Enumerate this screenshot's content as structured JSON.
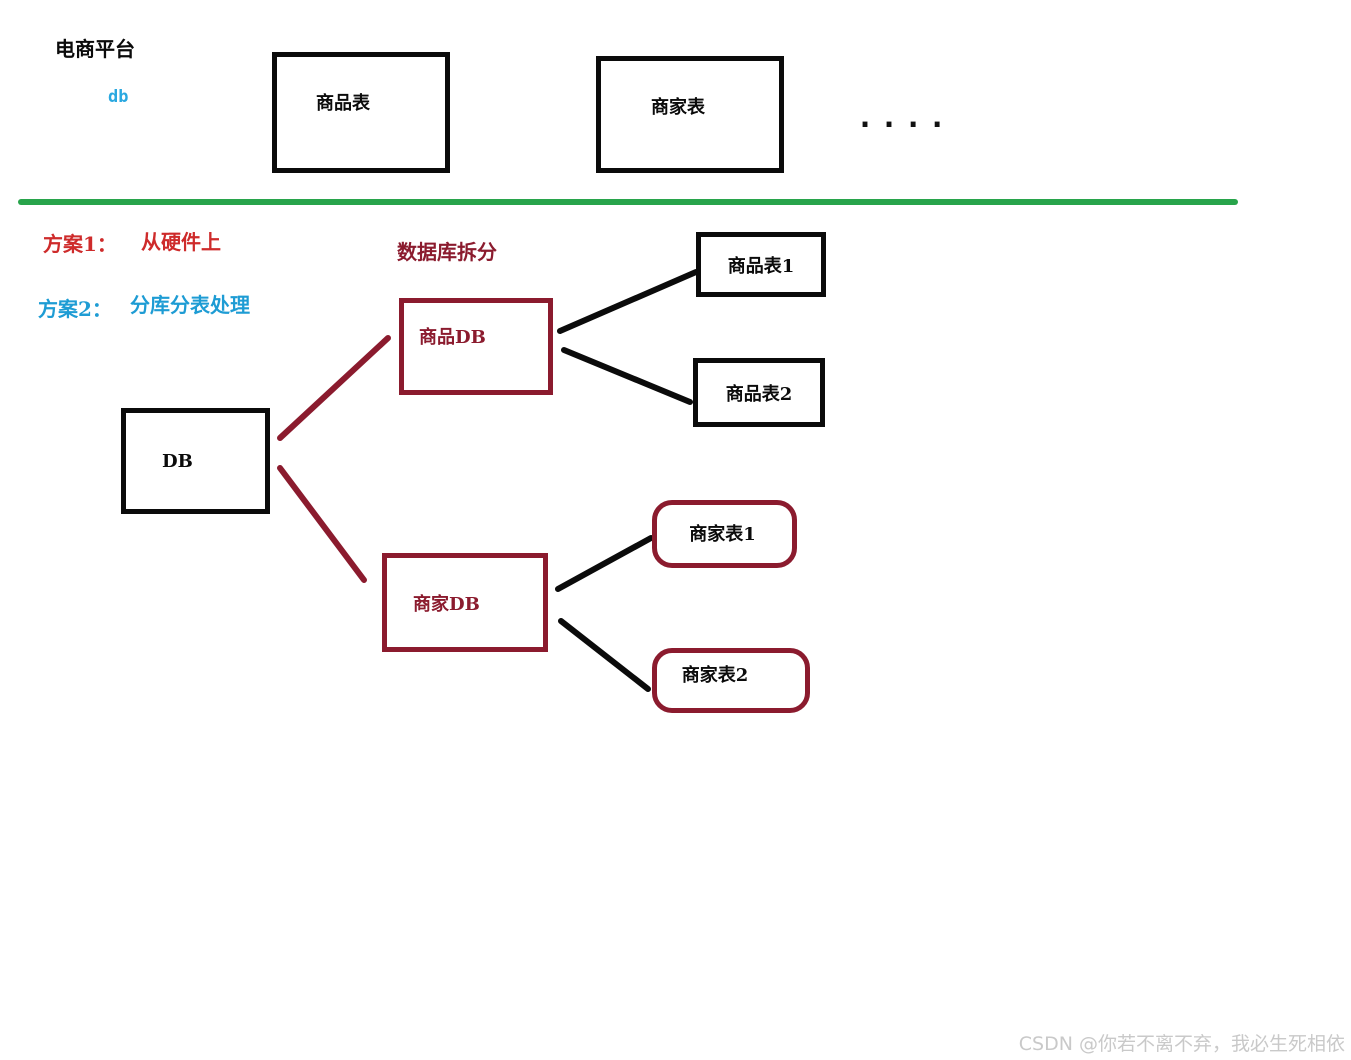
{
  "diagram": {
    "header": {
      "platform_label": "电商平台",
      "db_small_label": "db",
      "dots": "...."
    },
    "top_boxes": {
      "product_table": "商品表",
      "merchant_table": "商家表"
    },
    "plans": {
      "plan1_label": "方案1：",
      "plan1_text": "从硬件上",
      "plan2_label": "方案2：",
      "plan2_text": "分库分表处理",
      "split_title": "数据库拆分"
    },
    "tree": {
      "root": "DB",
      "product_db": "商品DB",
      "product_table1": "商品表1",
      "product_table2": "商品表2",
      "merchant_db": "商家DB",
      "merchant_table1": "商家表1",
      "merchant_table2": "商家表2"
    },
    "watermark": "CSDN @你若不离不弃，我必生死相依",
    "colors": {
      "maroon": "#8B1B2E",
      "red": "#CE2B2B",
      "cyan": "#1E9CD4",
      "blue": "#2AA8E0",
      "green": "#28A44B",
      "ink": "#0B0B0B",
      "watermark_gray": "#C9C9C9"
    }
  }
}
